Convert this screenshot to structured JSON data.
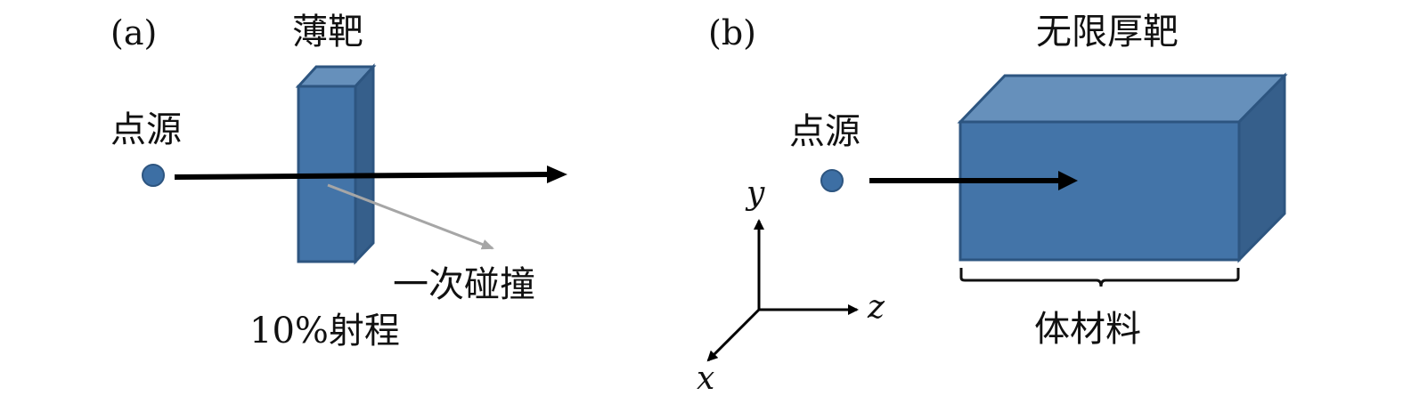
{
  "panel_a": {
    "label": "(a)",
    "target_label": "薄靶",
    "source_label": "点源",
    "collision_label": "一次碰撞",
    "range_label": "10%射程"
  },
  "panel_b": {
    "label": "(b)",
    "target_label": "无限厚靶",
    "source_label": "点源",
    "bulk_label": "体材料",
    "axes": {
      "y": "y",
      "z": "z",
      "x": "x"
    }
  },
  "colors": {
    "block_front": "#4374a8",
    "block_top": "#6690bb",
    "block_side": "#365f8b",
    "block_edge": "#2d5580",
    "source_dot": "#3d6fa4",
    "beam": "#000000",
    "scatter": "#a6a6a6"
  }
}
